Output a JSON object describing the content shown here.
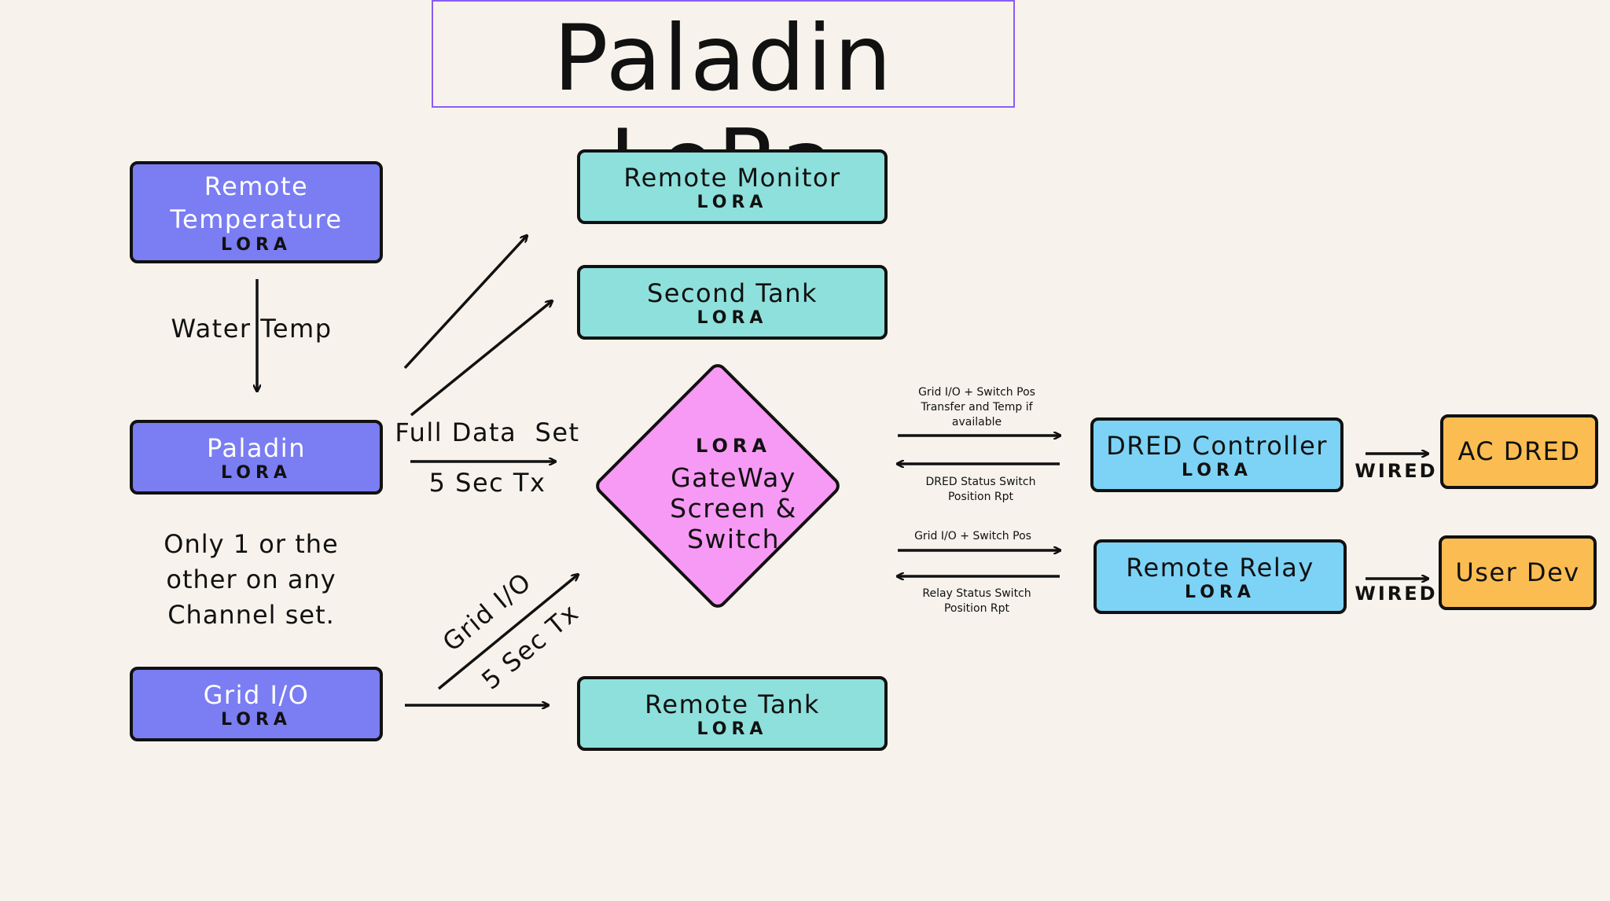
{
  "title": "Paladin LoRa",
  "nodes": {
    "remote_temperature": {
      "label": "Remote Temperature",
      "sub": "LORA"
    },
    "paladin": {
      "label": "Paladin",
      "sub": "LORA"
    },
    "grid_io": {
      "label": "Grid I/O",
      "sub": "LORA"
    },
    "remote_monitor": {
      "label": "Remote Monitor",
      "sub": "LORA"
    },
    "second_tank": {
      "label": "Second Tank",
      "sub": "LORA"
    },
    "remote_tank": {
      "label": "Remote Tank",
      "sub": "LORA"
    },
    "gateway": {
      "sub": "LORA",
      "label": "GateWay Screen & Switch"
    },
    "dred_controller": {
      "label": "DRED Controller",
      "sub": "LORA"
    },
    "remote_relay": {
      "label": "Remote Relay",
      "sub": "LORA"
    },
    "ac_dred": {
      "label": "AC DRED"
    },
    "user_dev": {
      "label": "User Dev"
    }
  },
  "labels": {
    "water_temp": "Water Temp",
    "full_data_set": "Full Data  Set",
    "five_sec_tx_1": "5 Sec Tx",
    "only_one_note": "Only 1 or the other on any Channel set.",
    "grid_io_arrow": "Grid I/O",
    "five_sec_tx_2": "5 Sec Tx",
    "dred_out": "Grid I/O + Switch Pos Transfer and Temp if available",
    "dred_in": "DRED Status Switch Position Rpt",
    "relay_out": "Grid I/O + Switch Pos",
    "relay_in": "Relay Status Switch Position Rpt",
    "wired_1": "WIRED",
    "wired_2": "WIRED"
  },
  "colors": {
    "background": "#f7f3ec",
    "purple_node": "#7b7df2",
    "teal_node": "#8ee0dc",
    "sky_node": "#7dd3f5",
    "orange_node": "#fbbd52",
    "gateway": "#f79af5",
    "title_border": "#8b5cf6"
  }
}
